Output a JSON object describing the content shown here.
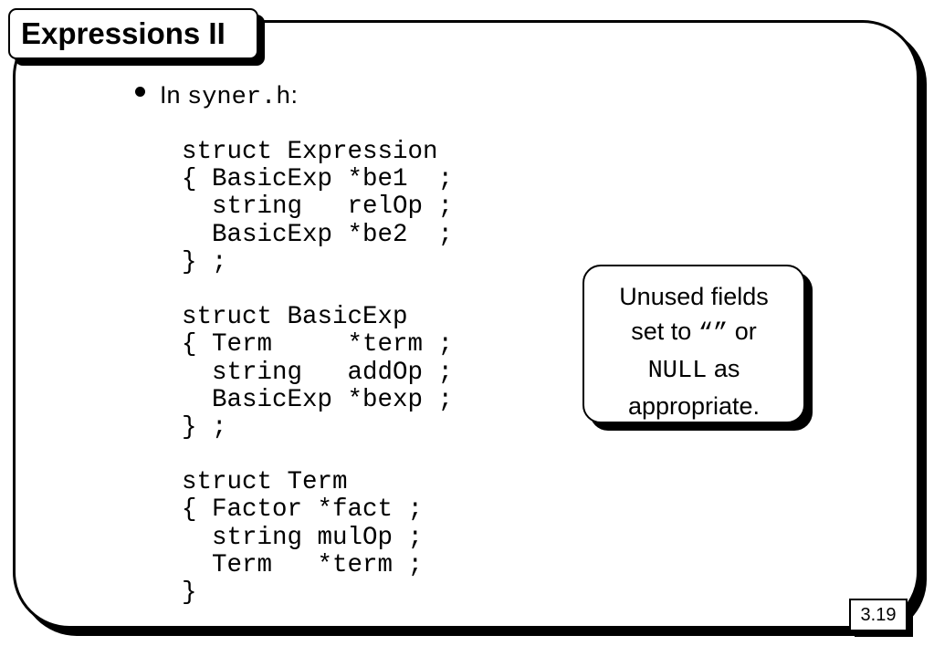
{
  "slide": {
    "title": "Expressions II",
    "page_number": "3.19"
  },
  "bullet": {
    "prefix": "In ",
    "filename": "syner.h",
    "suffix": ":"
  },
  "code_lines": [
    "struct Expression",
    "{ BasicExp *be1  ;",
    "  string   relOp ;",
    "  BasicExp *be2  ;",
    "} ;",
    "",
    "struct BasicExp",
    "{ Term     *term ;",
    "  string   addOp ;",
    "  BasicExp *bexp ;",
    "} ;",
    "",
    "struct Term",
    "{ Factor *fact ;",
    "  string mulOp ;",
    "  Term   *term ;",
    "}"
  ],
  "callout": {
    "line1": "Unused fields",
    "line2_prefix": "set to ",
    "line2_quotes": "“”",
    "line2_suffix": " or",
    "line3_mono": "NULL",
    "line3_suffix": " as",
    "line4": "appropriate."
  }
}
